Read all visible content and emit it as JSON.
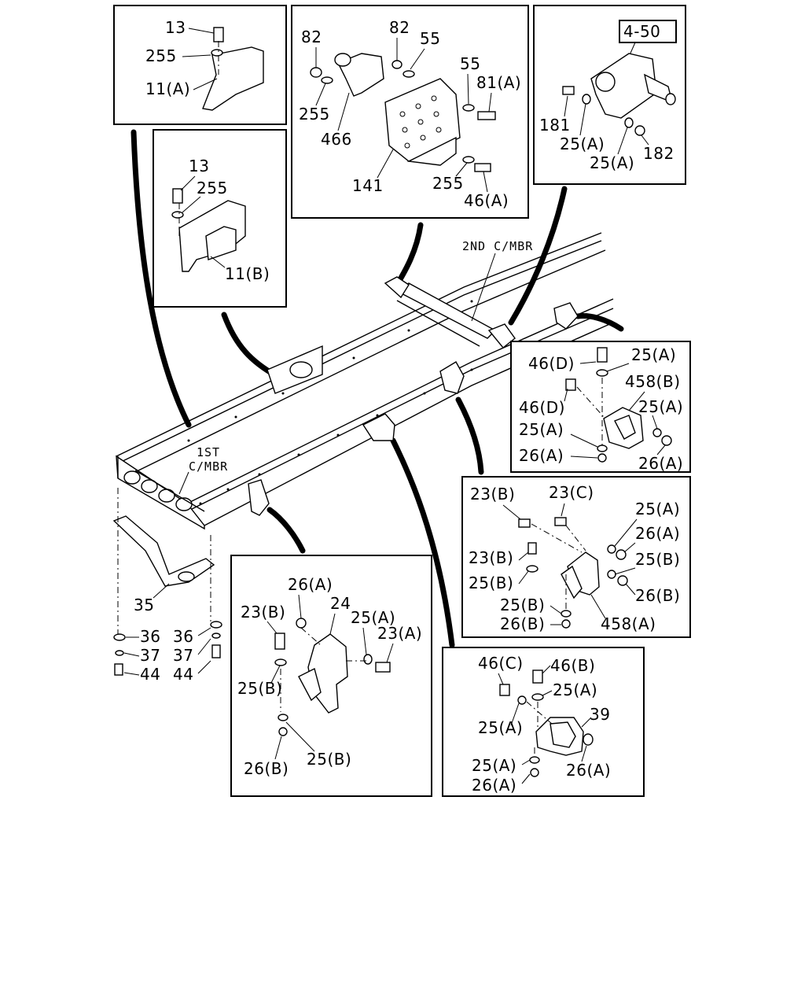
{
  "diagram": {
    "frame_labels": {
      "first_cross_member": "1ST\nC/MBR",
      "second_cross_member": "2ND C/MBR"
    },
    "ref_box": "4-50",
    "boxes": [
      {
        "id": "box-bracket-a",
        "labels": [
          "13",
          "255",
          "11(A)"
        ]
      },
      {
        "id": "box-bracket-b",
        "labels": [
          "13",
          "255",
          "11(B)"
        ]
      },
      {
        "id": "box-cross-plate",
        "labels": [
          "82",
          "82",
          "55",
          "55",
          "81(A)",
          "255",
          "466",
          "141",
          "255",
          "46(A)"
        ]
      },
      {
        "id": "box-shackle",
        "labels": [
          "181",
          "25(A)",
          "25(A)",
          "182"
        ]
      },
      {
        "id": "box-hanger-458b",
        "labels": [
          "46(D)",
          "25(A)",
          "458(B)",
          "46(D)",
          "25(A)",
          "25(A)",
          "26(A)",
          "26(A)"
        ]
      },
      {
        "id": "box-hanger-458a",
        "labels": [
          "23(B)",
          "23(C)",
          "25(A)",
          "26(A)",
          "23(B)",
          "25(B)",
          "25(B)",
          "26(B)",
          "25(B)",
          "26(B)",
          "458(A)"
        ]
      },
      {
        "id": "box-hanger-24",
        "labels": [
          "26(A)",
          "24",
          "25(A)",
          "23(B)",
          "23(A)",
          "25(B)",
          "26(B)",
          "25(B)"
        ]
      },
      {
        "id": "box-hanger-39",
        "labels": [
          "46(C)",
          "46(B)",
          "25(A)",
          "39",
          "25(A)",
          "25(A)",
          "26(A)",
          "26(A)"
        ]
      }
    ],
    "loose_labels": [
      "35",
      "36",
      "37",
      "44",
      "36",
      "37",
      "44"
    ]
  }
}
